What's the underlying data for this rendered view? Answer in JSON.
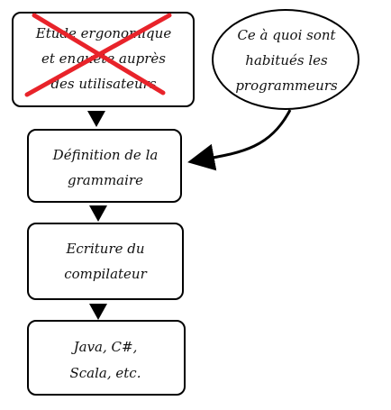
{
  "diagram": {
    "boxes": [
      {
        "id": "etude",
        "lines": [
          "Etude ergonomique",
          "et enquête auprès",
          "des utilisateurs"
        ],
        "crossed_out": true
      },
      {
        "id": "definition",
        "lines": [
          "Définition de la",
          "grammaire"
        ],
        "crossed_out": false
      },
      {
        "id": "ecriture",
        "lines": [
          "Ecriture du",
          "compilateur"
        ],
        "crossed_out": false
      },
      {
        "id": "langages",
        "lines": [
          "Java, C#,",
          "Scala, etc."
        ],
        "crossed_out": false
      }
    ],
    "callout": {
      "lines": [
        "Ce à quoi sont",
        "habitués les",
        "programmeurs"
      ]
    },
    "colors": {
      "stroke": "#000000",
      "cross": "#e8232a",
      "text": "#111111"
    }
  }
}
